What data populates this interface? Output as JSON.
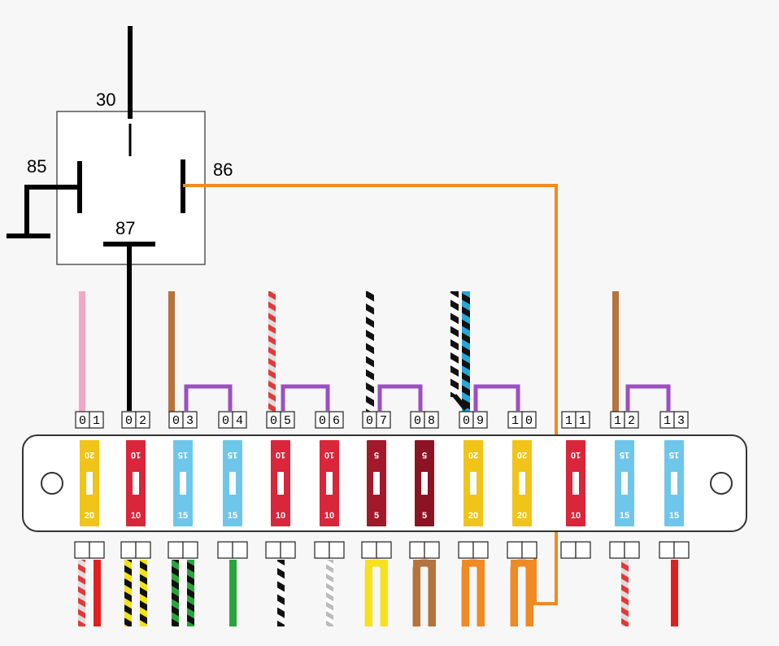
{
  "relay": {
    "pins": {
      "p30": "30",
      "p85": "85",
      "p86": "86",
      "p87": "87"
    }
  },
  "slots": [
    {
      "number": "01",
      "fuse_rating": "20",
      "fuse_color": "#f0c419",
      "top_wire": "pink"
    },
    {
      "number": "02",
      "fuse_rating": "10",
      "fuse_color": "#d9263a",
      "top_wire": "black"
    },
    {
      "number": "03",
      "fuse_rating": "15",
      "fuse_color": "#6ec6ea",
      "top_wire": "brown"
    },
    {
      "number": "04",
      "fuse_rating": "15",
      "fuse_color": "#6ec6ea",
      "top_wire": ""
    },
    {
      "number": "05",
      "fuse_rating": "10",
      "fuse_color": "#d9263a",
      "top_wire": "red-white"
    },
    {
      "number": "06",
      "fuse_rating": "10",
      "fuse_color": "#d9263a",
      "top_wire": ""
    },
    {
      "number": "07",
      "fuse_rating": "5",
      "fuse_color": "#a3182b",
      "top_wire": "black-white"
    },
    {
      "number": "08",
      "fuse_rating": "5",
      "fuse_color": "#8c1324",
      "top_wire": ""
    },
    {
      "number": "09",
      "fuse_rating": "20",
      "fuse_color": "#f0c419",
      "top_wire": "black-white + blue-black"
    },
    {
      "number": "10",
      "fuse_rating": "20",
      "fuse_color": "#f0c419",
      "top_wire": ""
    },
    {
      "number": "11",
      "fuse_rating": "10",
      "fuse_color": "#d9263a",
      "top_wire": ""
    },
    {
      "number": "12",
      "fuse_rating": "15",
      "fuse_color": "#6ec6ea",
      "top_wire": "brown"
    },
    {
      "number": "13",
      "fuse_rating": "15",
      "fuse_color": "#6ec6ea",
      "top_wire": ""
    }
  ],
  "bottom_wires": [
    {
      "slot": "01",
      "colors": [
        "red-white",
        "red"
      ]
    },
    {
      "slot": "02",
      "colors": [
        "yellow-black",
        "yellow-black"
      ]
    },
    {
      "slot": "03",
      "colors": [
        "green-black",
        "green-black"
      ]
    },
    {
      "slot": "04",
      "colors": [
        "green"
      ]
    },
    {
      "slot": "05",
      "colors": [
        "black-white"
      ]
    },
    {
      "slot": "06",
      "colors": [
        "grey"
      ]
    },
    {
      "slot": "07",
      "colors": [
        "yellow",
        "yellow"
      ]
    },
    {
      "slot": "08",
      "colors": [
        "brown",
        "brown"
      ]
    },
    {
      "slot": "09",
      "colors": [
        "orange",
        "orange"
      ]
    },
    {
      "slot": "10",
      "colors": [
        "orange",
        "orange"
      ]
    },
    {
      "slot": "11",
      "colors": []
    },
    {
      "slot": "12",
      "colors": [
        "red-white"
      ]
    },
    {
      "slot": "13",
      "colors": [
        "red"
      ]
    }
  ],
  "colors": {
    "jumper": "#9b4fc4",
    "relay_86_feed": "#f08a24",
    "fuse_yellow": "#f0c419",
    "fuse_red": "#d9263a",
    "fuse_blue": "#6ec6ea",
    "fuse_darkred": "#8c1324"
  }
}
